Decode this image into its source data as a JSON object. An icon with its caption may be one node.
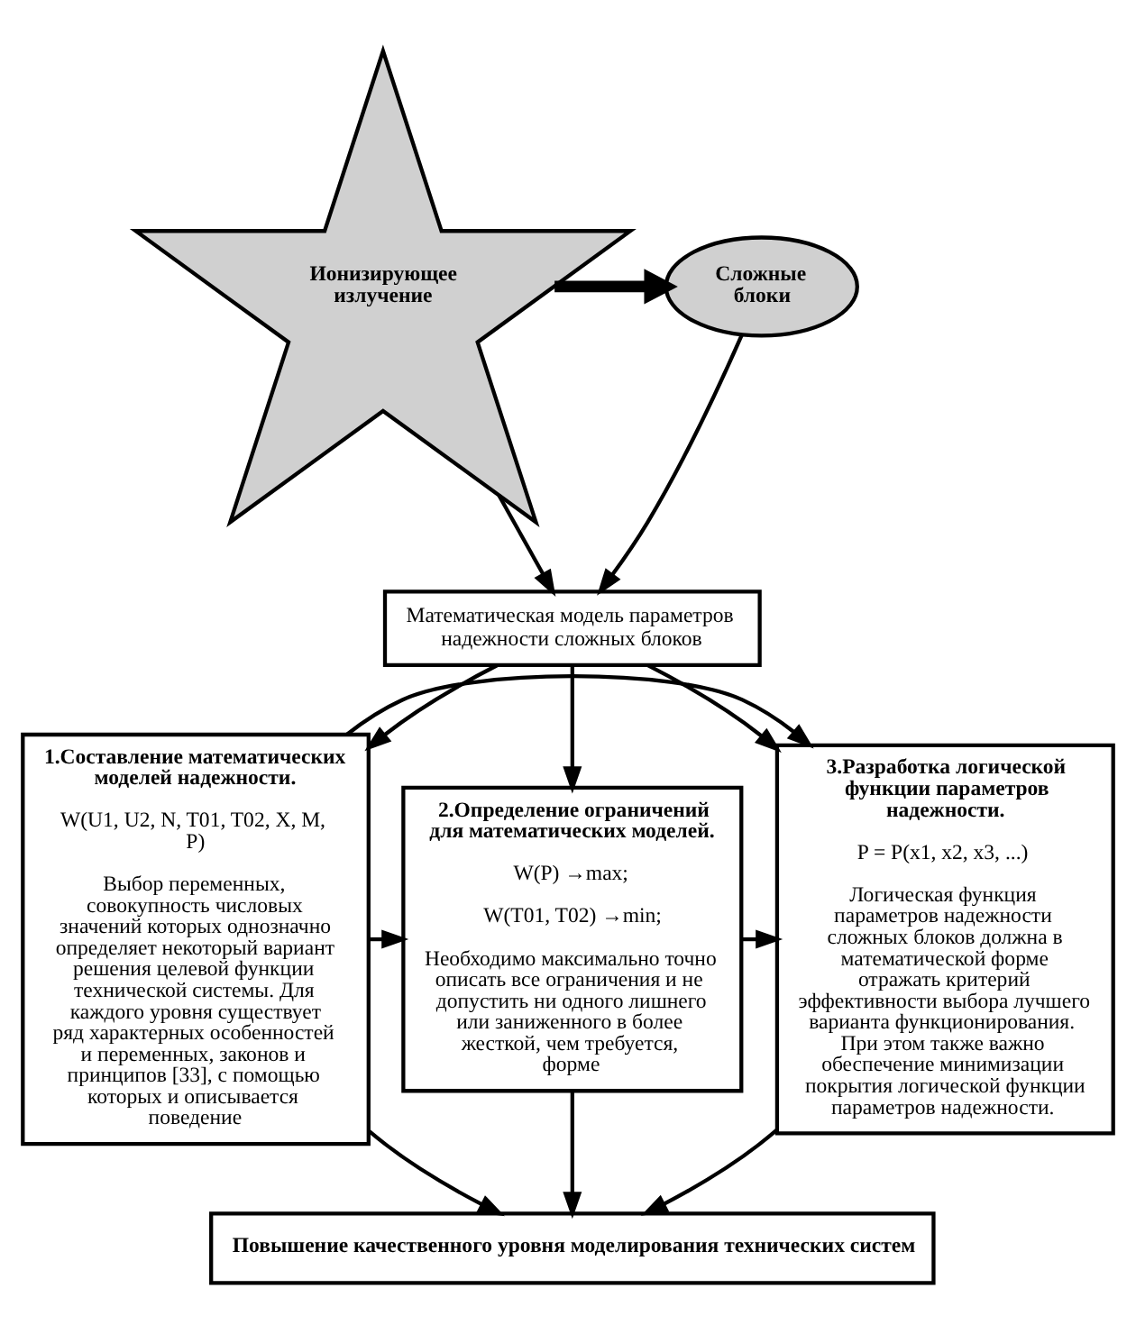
{
  "diagram": {
    "nodes": [
      {
        "text": [
          "Ионизирующее излучение"
        ]
      },
      {
        "text": [
          "Сложные блоки"
        ]
      },
      {
        "text": [
          "Математическая модель параметров надежности сложных блоков"
        ]
      },
      {
        "text": [
          "1.Составление математических моделей надежности.",
          "W(U1, U2, N, T01, T02, X, M, P)",
          "Выбор переменных, совокупность числовых значений которых однозначно определяет некоторый вариант решения целевой функции технической системы. Для каждого уровня существует ряд характерных особенностей и переменных, законов и принципов [33], с помощью которых и описывается поведение"
        ]
      },
      {
        "text": [
          "2.Определение ограничений для математических моделей.",
          "W(P) →max;",
          "W(T01, T02) →min;",
          "Необходимо максимально точно описать все ограничения и не допустить ни одного лишнего или заниженного в более жесткой, чем требуется, форме"
        ]
      },
      {
        "text": [
          "3.Разработка логической функции параметров надежности.",
          "P = P(x1, x2, x3, ...)",
          "Логическая функция параметров надежности сложных блоков должна в математической форме отражать критерий эффективности выбора лучшего варианта функционирования. При этом также важно обеспечение минимизации покрытия логической функции параметров надежности."
        ]
      },
      {
        "text": [
          "Повышение качественного уровня моделирования технических систем"
        ]
      }
    ],
    "edges": [
      {
        "from": 0,
        "to": 1,
        "arrow": "to",
        "style": "thick"
      },
      {
        "from": 0,
        "to": 2,
        "arrow": "to"
      },
      {
        "from": 1,
        "to": 2,
        "arrow": "to"
      },
      {
        "from": 2,
        "to": 3,
        "arrow": "to"
      },
      {
        "from": 2,
        "to": 4,
        "arrow": "to"
      },
      {
        "from": 2,
        "to": 5,
        "arrow": "to"
      },
      {
        "from": 3,
        "to": 4,
        "arrow": "to"
      },
      {
        "from": 4,
        "to": 5,
        "arrow": "to"
      },
      {
        "from": 3,
        "to": 5,
        "arrow": "to"
      },
      {
        "from": 3,
        "to": 6,
        "arrow": "to"
      },
      {
        "from": 4,
        "to": 6,
        "arrow": "to"
      },
      {
        "from": 5,
        "to": 6,
        "arrow": "to"
      }
    ]
  }
}
